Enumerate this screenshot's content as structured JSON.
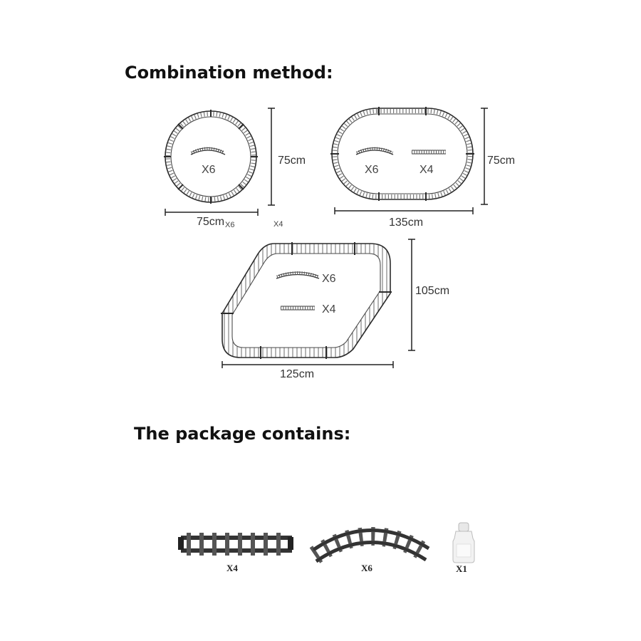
{
  "headings": {
    "combination": "Combination method:",
    "package": "The package contains:"
  },
  "layouts": [
    {
      "id": "circle",
      "shape": "circle",
      "curved_label": "X6",
      "straight_label": "",
      "width_label": "75cm",
      "height_label": "75cm",
      "extra_labels": [
        "X6",
        "X4"
      ]
    },
    {
      "id": "oval",
      "shape": "oval",
      "curved_label": "X6",
      "straight_label": "X4",
      "width_label": "135cm",
      "height_label": "75cm",
      "extra_labels": []
    },
    {
      "id": "hexagon",
      "shape": "hexagon",
      "curved_label": "X6",
      "straight_label": "X4",
      "width_label": "125cm",
      "height_label": "105cm",
      "extra_labels": []
    }
  ],
  "package_items": [
    {
      "name": "straight track",
      "icon": "straight-track-icon",
      "qty": "X4"
    },
    {
      "name": "curved track",
      "icon": "curved-track-icon",
      "qty": "X6"
    },
    {
      "name": "bottle",
      "icon": "bottle-icon",
      "qty": "X1"
    }
  ]
}
